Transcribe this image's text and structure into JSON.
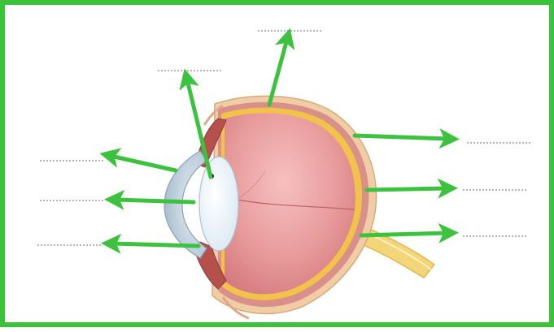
{
  "diagram": {
    "colors": {
      "border": "#39c23a",
      "arrow": "#3cc23f",
      "vitreous": "#e89a9a",
      "sclera": "#f0c9a0",
      "retina": "#f2c34a",
      "lens": "#eaf4fb",
      "cornea": "#c7d9e6",
      "optic_nerve": "#f3d57a",
      "blank_line": "#888888"
    },
    "blanks": [
      {
        "id": "blank-top-center",
        "text": "",
        "points_to": "sclera"
      },
      {
        "id": "blank-top-left",
        "text": "",
        "points_to": "lens"
      },
      {
        "id": "blank-left-1",
        "text": "",
        "points_to": "cornea"
      },
      {
        "id": "blank-left-2",
        "text": "",
        "points_to": "pupil"
      },
      {
        "id": "blank-left-3",
        "text": "",
        "points_to": "iris"
      },
      {
        "id": "blank-right-1",
        "text": "",
        "points_to": "choroid"
      },
      {
        "id": "blank-right-2",
        "text": "",
        "points_to": "retina"
      },
      {
        "id": "blank-right-3",
        "text": "",
        "points_to": "optic-nerve"
      }
    ]
  }
}
